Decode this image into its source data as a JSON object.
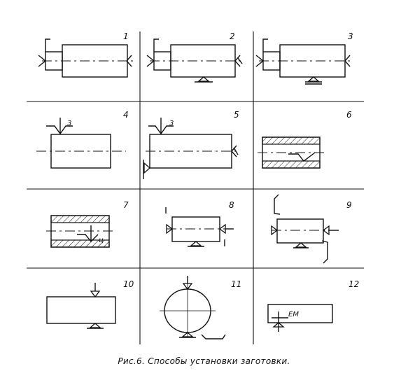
{
  "figure": {
    "caption": "Рис.6. Способы установки заготовки.",
    "cells": [
      {
        "number": "1"
      },
      {
        "number": "2"
      },
      {
        "number": "3"
      },
      {
        "number": "4",
        "label": "3"
      },
      {
        "number": "5",
        "label": "3"
      },
      {
        "number": "6"
      },
      {
        "number": "7",
        "label": "ц"
      },
      {
        "number": "8"
      },
      {
        "number": "9"
      },
      {
        "number": "10"
      },
      {
        "number": "11"
      },
      {
        "number": "12",
        "label": "ЕМ"
      }
    ]
  }
}
